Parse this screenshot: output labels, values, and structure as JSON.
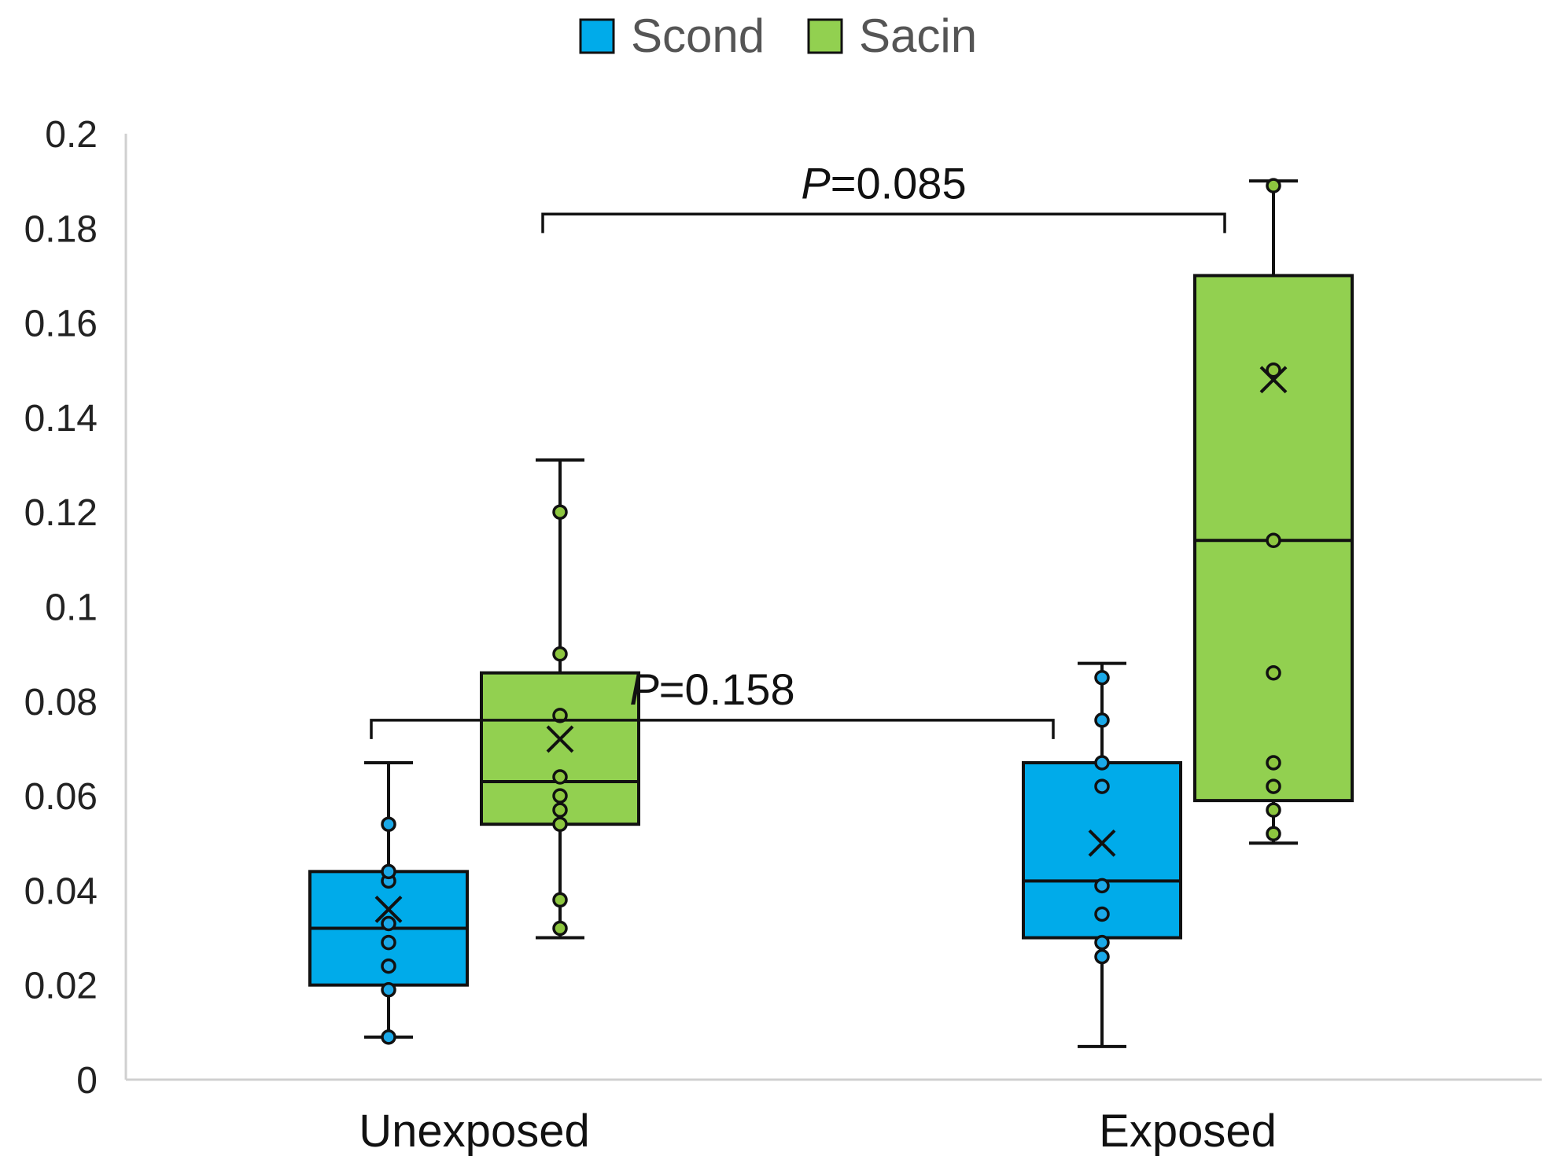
{
  "chart_data": {
    "type": "box",
    "title": "",
    "xlabel": "",
    "ylabel": "",
    "ylim": [
      0,
      0.2
    ],
    "y_ticks": [
      "0",
      "0.02",
      "0.04",
      "0.06",
      "0.08",
      "0.1",
      "0.12",
      "0.14",
      "0.16",
      "0.18",
      "0.2"
    ],
    "grid": false,
    "legend_position": "top-center",
    "categories": [
      "Unexposed",
      "Exposed"
    ],
    "series": [
      {
        "name": "Scond",
        "color": "#00ABEA",
        "dot_color": "#1BA9E8",
        "boxes": [
          {
            "category": "Unexposed",
            "min": 0.009,
            "q1": 0.02,
            "median": 0.032,
            "q3": 0.044,
            "max": 0.067,
            "mean": 0.036,
            "points": [
              0.009,
              0.019,
              0.024,
              0.029,
              0.033,
              0.042,
              0.044,
              0.054
            ]
          },
          {
            "category": "Exposed",
            "min": 0.007,
            "q1": 0.03,
            "median": 0.042,
            "q3": 0.067,
            "max": 0.088,
            "mean": 0.05,
            "points": [
              0.026,
              0.029,
              0.035,
              0.041,
              0.062,
              0.067,
              0.076,
              0.085
            ]
          }
        ]
      },
      {
        "name": "Sacin",
        "color": "#92D050",
        "dot_color": "#8DC63F",
        "boxes": [
          {
            "category": "Unexposed",
            "min": 0.03,
            "q1": 0.054,
            "median": 0.063,
            "q3": 0.086,
            "max": 0.131,
            "mean": 0.072,
            "points": [
              0.032,
              0.038,
              0.054,
              0.057,
              0.06,
              0.064,
              0.077,
              0.09,
              0.12
            ]
          },
          {
            "category": "Exposed",
            "min": 0.05,
            "q1": 0.059,
            "median": 0.114,
            "q3": 0.17,
            "max": 0.19,
            "mean": 0.148,
            "points": [
              0.052,
              0.057,
              0.062,
              0.067,
              0.086,
              0.114,
              0.15,
              0.189
            ]
          }
        ]
      }
    ],
    "annotations": [
      {
        "prefix": "P",
        "text": "=0.158",
        "from": [
          "Scond",
          "Unexposed"
        ],
        "to": [
          "Scond",
          "Exposed"
        ],
        "bracket_y": 0.076,
        "drop_to": 0.072
      },
      {
        "prefix": "P",
        "text": "=0.085",
        "from": [
          "Sacin",
          "Unexposed"
        ],
        "to": [
          "Sacin",
          "Exposed"
        ],
        "bracket_y": 0.183,
        "drop_to": 0.179
      }
    ]
  }
}
